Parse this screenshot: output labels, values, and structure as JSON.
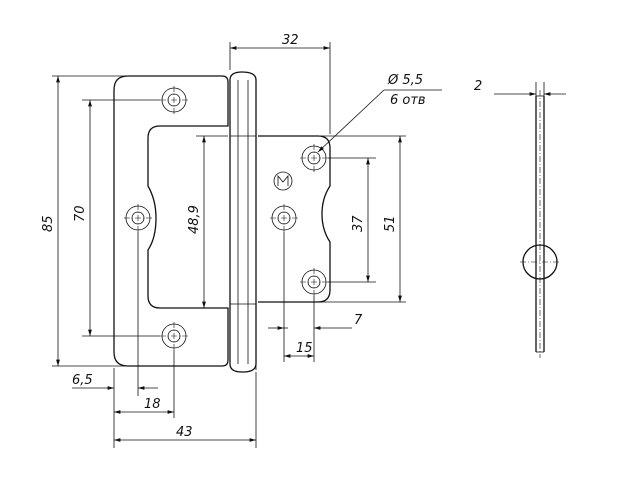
{
  "drawing": {
    "dimensions": {
      "knuckle_to_plate_width": "32",
      "overall_height": "85",
      "hole_spacing_left": "70",
      "cutout_height": "48,9",
      "hole_spacing_right_inner": "37",
      "right_leaf_height": "51",
      "hole_offset_right": "7",
      "right_hole_pitch": "15",
      "left_edge_offset": "6,5",
      "left_hole_pitch": "18",
      "overall_width": "43",
      "thickness": "2"
    },
    "hole_callout": {
      "diameter": "Ø 5,5",
      "count": "6 отв"
    }
  }
}
